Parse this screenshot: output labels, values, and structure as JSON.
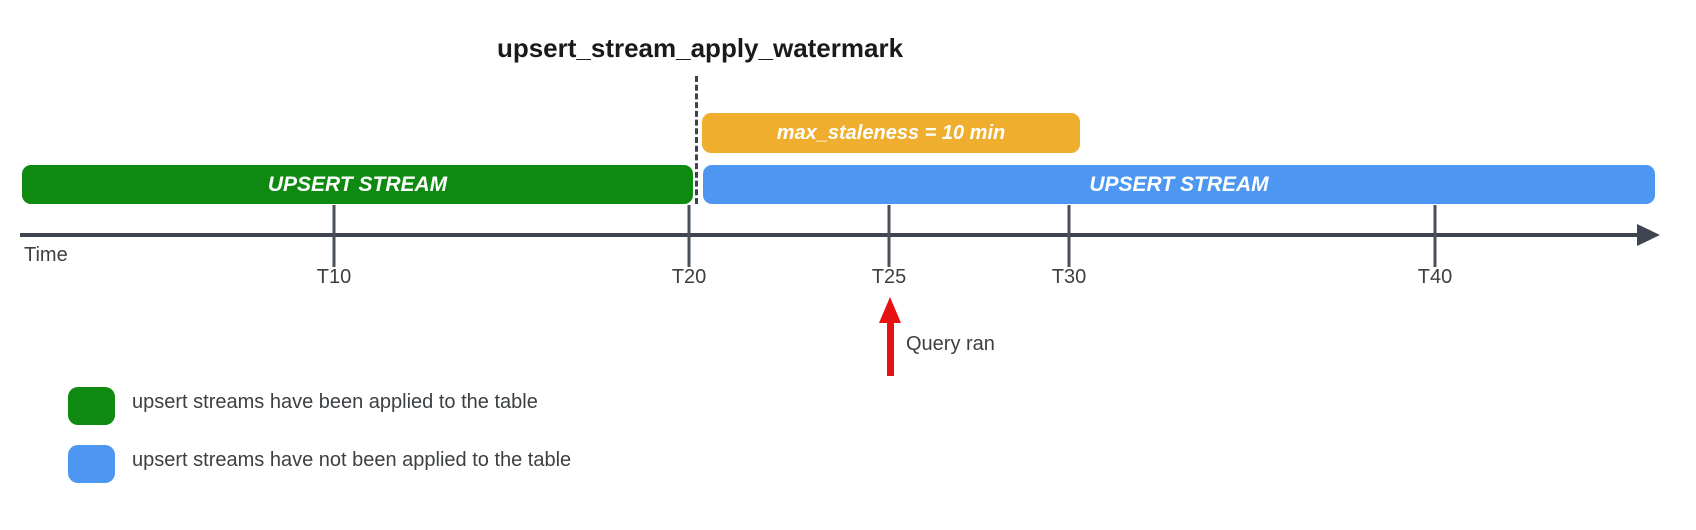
{
  "title": "upsert_stream_apply_watermark",
  "bars": {
    "applied": {
      "label": "UPSERT STREAM",
      "color": "#0E8A10"
    },
    "not_applied": {
      "label": "UPSERT STREAM",
      "color": "#4D97F2"
    },
    "staleness": {
      "label": "max_staleness = 10 min",
      "color": "#F0AE2E"
    }
  },
  "axis": {
    "label": "Time",
    "ticks": [
      {
        "label": "T10"
      },
      {
        "label": "T20"
      },
      {
        "label": "T25"
      },
      {
        "label": "T30"
      },
      {
        "label": "T40"
      }
    ]
  },
  "annotations": {
    "query_ran": "Query ran"
  },
  "legend": {
    "items": [
      {
        "swatch_color": "#0E8A10",
        "label": "upsert streams have been applied to the table"
      },
      {
        "swatch_color": "#4D97F2",
        "label": "upsert streams have not been applied to the table"
      }
    ]
  },
  "colors": {
    "green": "#0E8A10",
    "blue": "#4D97F2",
    "orange": "#F0AE2E",
    "red": "#E81111",
    "axis": "#3E4450",
    "text": "#3C4043",
    "title": "#1A1A1A"
  }
}
